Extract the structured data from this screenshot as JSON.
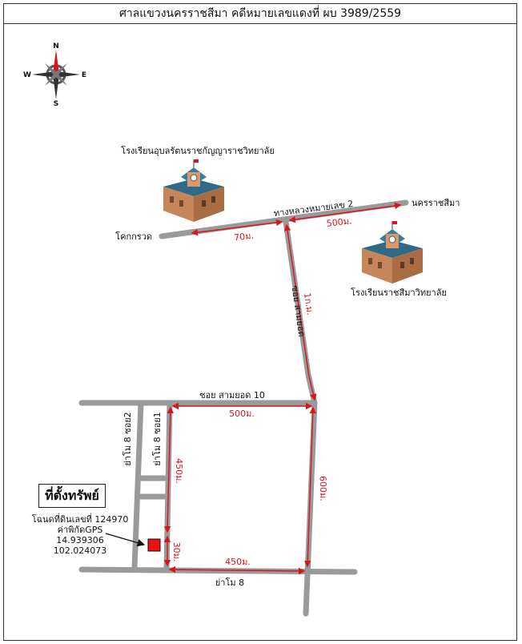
{
  "title": "ศาลแขวงนครราชสีมา คดีหมายเลขแดงที่ ผบ 3989/2559",
  "compass": {
    "n": "N",
    "s": "S",
    "e": "E",
    "w": "W"
  },
  "roads": {
    "highway2": "ทางหลวงหมายเลข 2",
    "soi_samyot": "ซอย สามยอด",
    "soi_samyot_10": "ซอย สามยอด 10",
    "yamo8": "ย่าโม 8",
    "yamo8_soi1": "ย่าโม 8 ซอย1",
    "yamo8_soi2": "ย่าโม 8 ซอย2"
  },
  "places": {
    "khok_kruat": "โคกกรวด",
    "nakhon_ratchasima": "นครราชสีมา",
    "school_1": "โรงเรียนอุบลรัตนราชกัญญาราชวิทยาลัย",
    "school_2": "โรงเรียนราชสีมาวิทยาลัย"
  },
  "distances": {
    "d70": "70ม.",
    "d500_top": "500ม.",
    "d1km": "1ก.ม.",
    "d500_soi10": "500ม.",
    "d450_vert": "450ม.",
    "d600": "600ม.",
    "d450_bottom": "450ม.",
    "d30": "30ม."
  },
  "property": {
    "heading": "ที่ตั้งทรัพย์",
    "deed": "โฉนดที่ดินเลขที่ 124970",
    "gps_label": "ค่าพิกัดGPS",
    "lat": "14.939306",
    "lon": "102.024073"
  },
  "colors": {
    "road": "#9a9a9a",
    "route": "#d8141d",
    "marker": "#ee1111",
    "school_roof": "#2f6b86",
    "school_wall": "#c4865a"
  }
}
